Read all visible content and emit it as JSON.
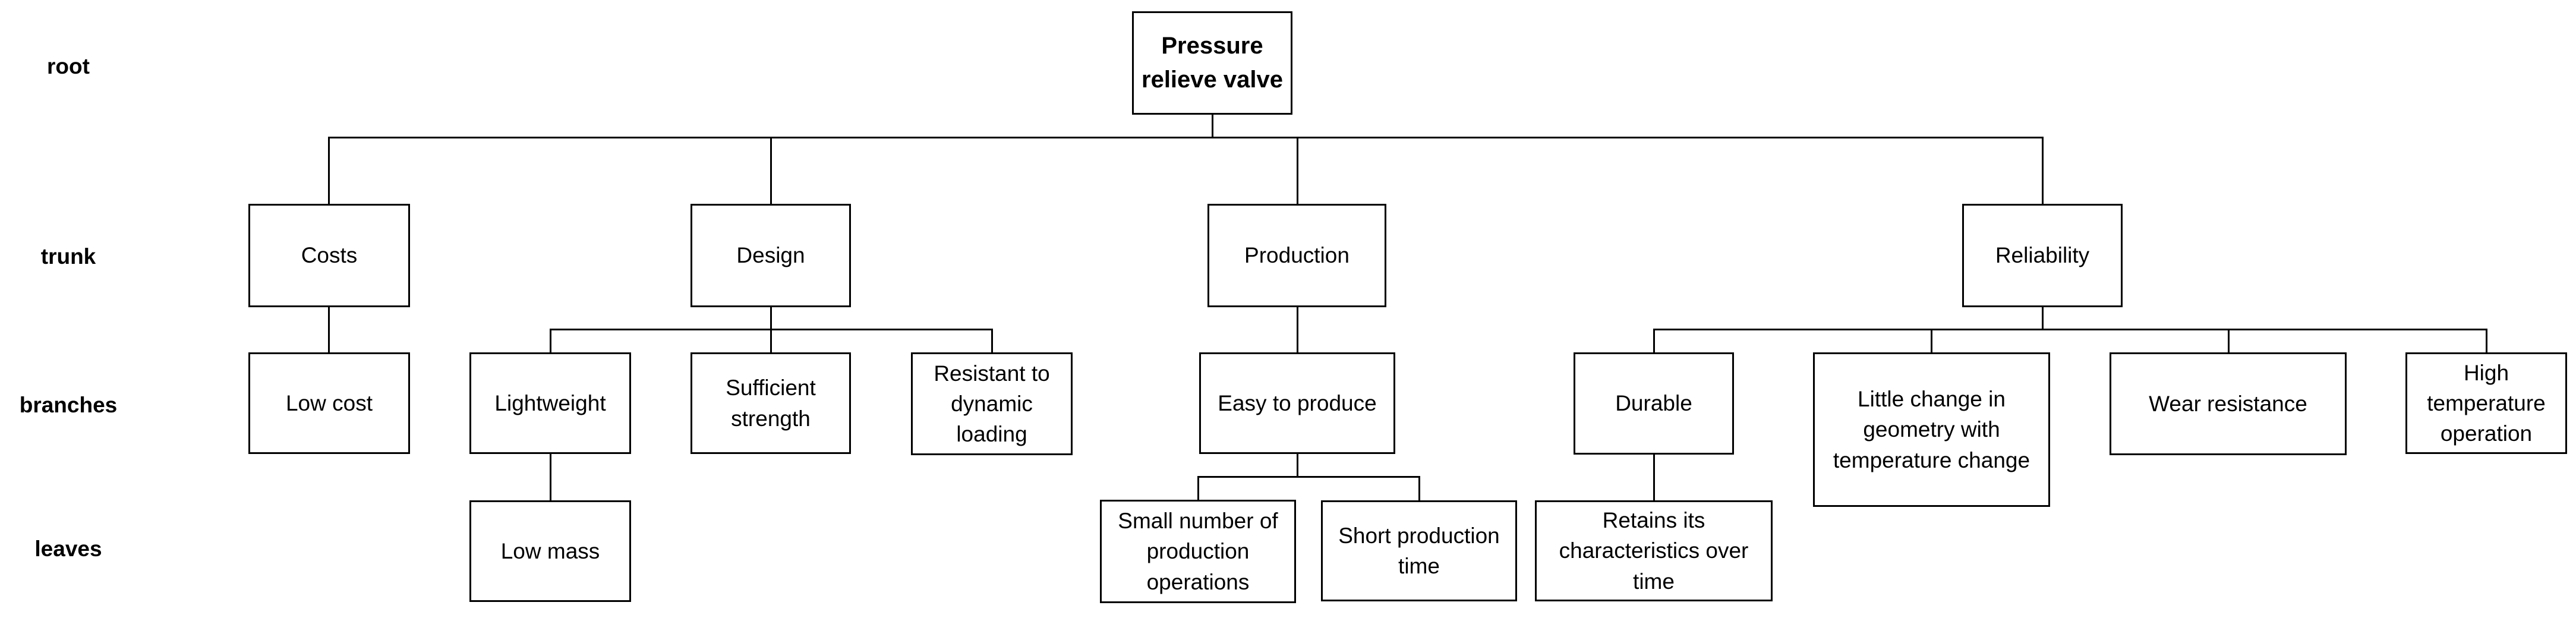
{
  "diagram": {
    "type": "objectives-tree",
    "colors": {
      "background": "#ffffff",
      "box_border": "#000000",
      "line": "#000000",
      "text": "#000000"
    },
    "row_labels": {
      "root": "root",
      "trunk": "trunk",
      "branches": "branches",
      "leaves": "leaves"
    },
    "nodes": {
      "root": "Pressure relieve valve",
      "costs": "Costs",
      "design": "Design",
      "production": "Production",
      "reliability": "Reliability",
      "low_cost": "Low cost",
      "lightweight": "Lightweight",
      "sufficient_strength": "Sufficient strength",
      "resistant_dynamic_loading": "Resistant to dynamic loading",
      "easy_to_produce": "Easy to produce",
      "durable": "Durable",
      "little_change_geometry": "Little change in geometry with temperature change",
      "wear_resistance": "Wear resistance",
      "high_temperature_operation": "High temperature operation",
      "low_mass": "Low mass",
      "small_number_production_operations": "Small number of production operations",
      "short_production_time": "Short production time",
      "retains_characteristics": "Retains its characteristics over time"
    },
    "edges": [
      [
        "root",
        "costs"
      ],
      [
        "root",
        "design"
      ],
      [
        "root",
        "production"
      ],
      [
        "root",
        "reliability"
      ],
      [
        "costs",
        "low_cost"
      ],
      [
        "design",
        "lightweight"
      ],
      [
        "design",
        "sufficient_strength"
      ],
      [
        "design",
        "resistant_dynamic_loading"
      ],
      [
        "production",
        "easy_to_produce"
      ],
      [
        "reliability",
        "durable"
      ],
      [
        "reliability",
        "little_change_geometry"
      ],
      [
        "reliability",
        "wear_resistance"
      ],
      [
        "reliability",
        "high_temperature_operation"
      ],
      [
        "lightweight",
        "low_mass"
      ],
      [
        "easy_to_produce",
        "small_number_production_operations"
      ],
      [
        "easy_to_produce",
        "short_production_time"
      ],
      [
        "durable",
        "retains_characteristics"
      ]
    ]
  }
}
